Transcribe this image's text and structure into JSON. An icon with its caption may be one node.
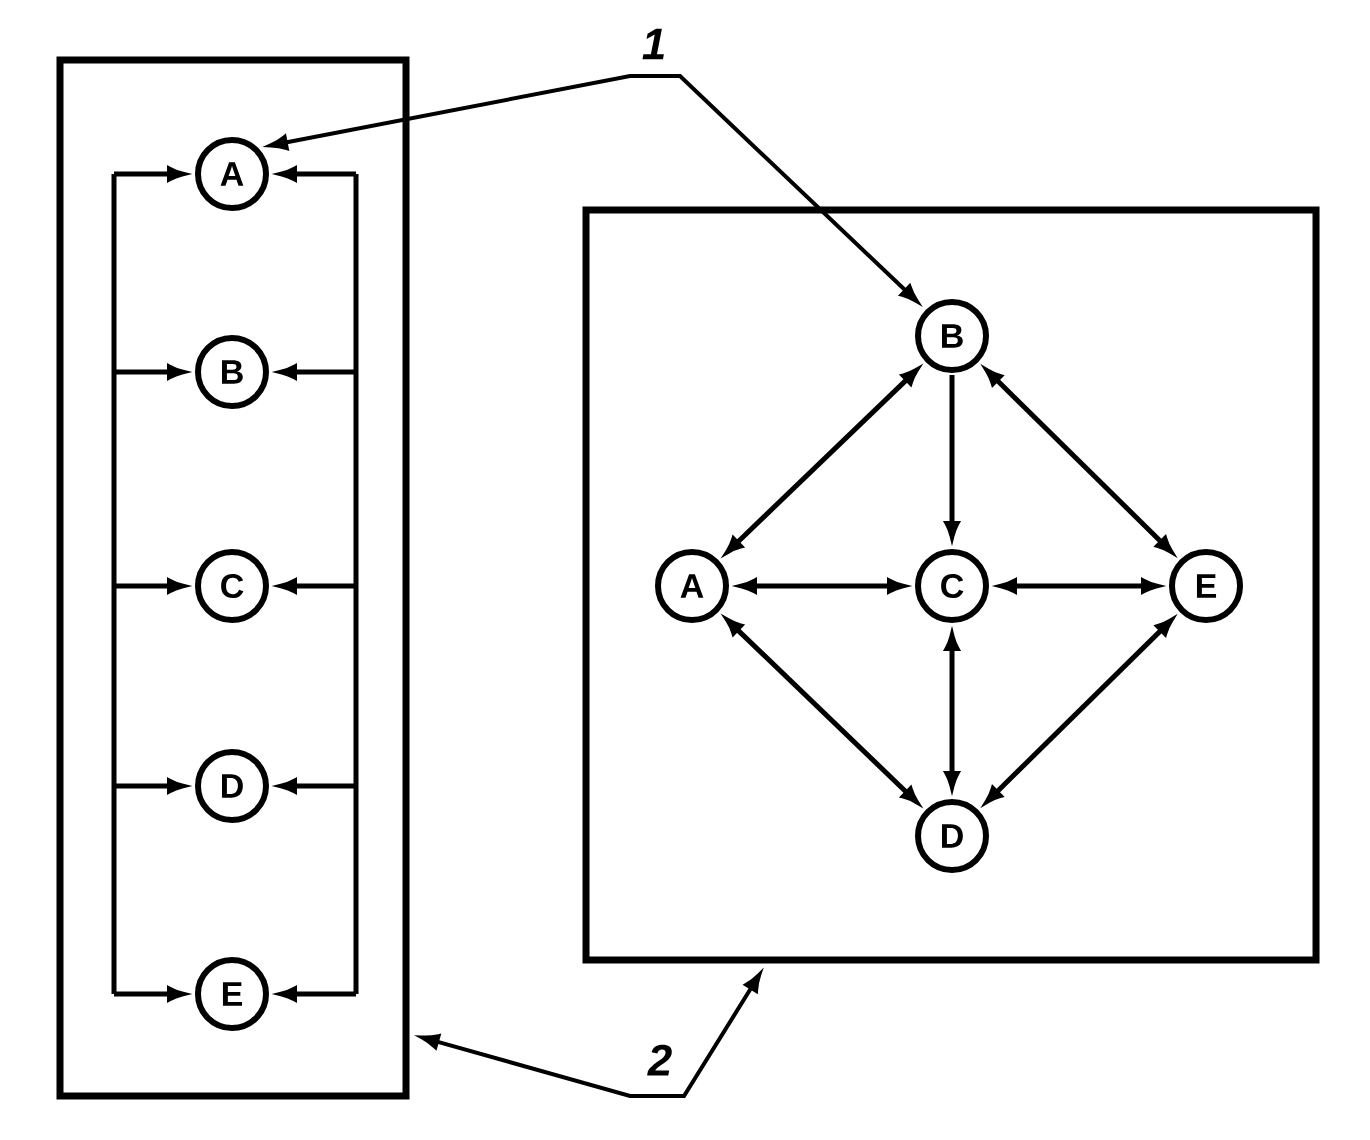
{
  "diagram": {
    "nodes": [
      {
        "text": [],
        "shape": "box"
      },
      {
        "text": [
          "A"
        ],
        "in": 0
      },
      {
        "text": [
          "B"
        ],
        "in": 0
      },
      {
        "text": [
          "C"
        ],
        "in": 0
      },
      {
        "text": [
          "D"
        ],
        "in": 0
      },
      {
        "text": [
          "E"
        ],
        "in": 0
      },
      {
        "text": [],
        "shape": "box"
      },
      {
        "text": [
          "B"
        ],
        "in": 6
      },
      {
        "text": [
          "A"
        ],
        "in": 6
      },
      {
        "text": [
          "C"
        ],
        "in": 6
      },
      {
        "text": [
          "E"
        ],
        "in": 6
      },
      {
        "text": [
          "D"
        ],
        "in": 6
      },
      {
        "text": [
          "1"
        ]
      },
      {
        "text": [
          "2"
        ]
      }
    ],
    "edges": [
      {
        "from": null,
        "to": 1,
        "arrow": "to"
      },
      {
        "from": null,
        "to": 2,
        "arrow": "to"
      },
      {
        "from": null,
        "to": 3,
        "arrow": "to"
      },
      {
        "from": null,
        "to": 4,
        "arrow": "to"
      },
      {
        "from": null,
        "to": 5,
        "arrow": "to"
      },
      {
        "from": null,
        "to": 1,
        "arrow": "to"
      },
      {
        "from": null,
        "to": 2,
        "arrow": "to"
      },
      {
        "from": null,
        "to": 3,
        "arrow": "to"
      },
      {
        "from": null,
        "to": 4,
        "arrow": "to"
      },
      {
        "from": null,
        "to": 5,
        "arrow": "to"
      },
      {
        "from": 7,
        "to": 8,
        "arrow": "both"
      },
      {
        "from": 7,
        "to": 9,
        "arrow": "to"
      },
      {
        "from": 7,
        "to": 10,
        "arrow": "both"
      },
      {
        "from": 8,
        "to": 9,
        "arrow": "both"
      },
      {
        "from": 9,
        "to": 10,
        "arrow": "both"
      },
      {
        "from": 9,
        "to": 11,
        "arrow": "both"
      },
      {
        "from": 8,
        "to": 11,
        "arrow": "both"
      },
      {
        "from": 10,
        "to": 11,
        "arrow": "both"
      },
      {
        "from": 12,
        "to": 1,
        "arrow": "to"
      },
      {
        "from": 12,
        "to": 7,
        "arrow": "to"
      },
      {
        "from": 13,
        "to": 0,
        "arrow": "to"
      },
      {
        "from": 13,
        "to": 6,
        "arrow": "to"
      }
    ]
  }
}
